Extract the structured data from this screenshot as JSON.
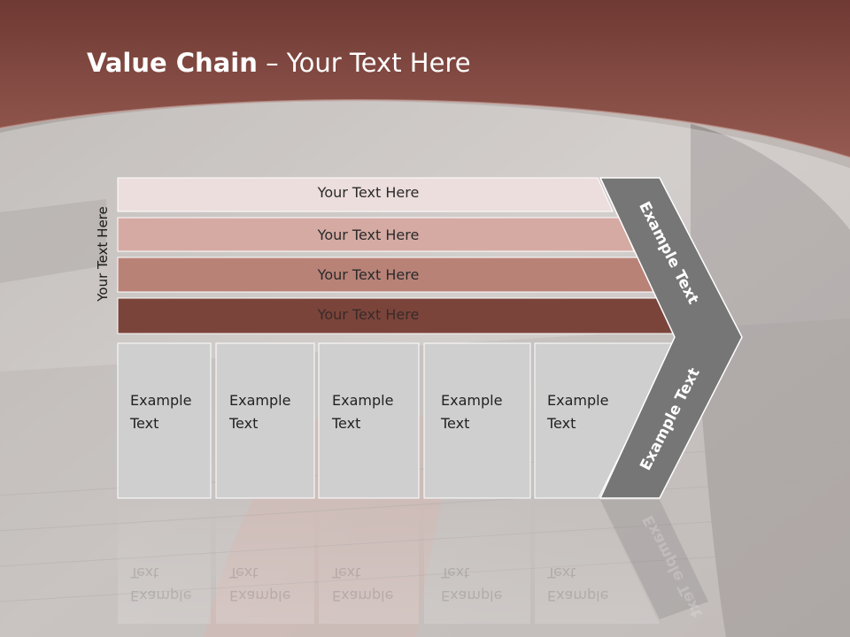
{
  "title": {
    "bold": "Value Chain",
    "rest": " – Your Text Here"
  },
  "side_label": "Your Text Here",
  "rows": [
    {
      "label": "Your Text Here"
    },
    {
      "label": "Your Text Here"
    },
    {
      "label": "Your Text Here"
    },
    {
      "label": "Your Text Here"
    }
  ],
  "columns": [
    {
      "line1": "Example",
      "line2": "Text"
    },
    {
      "line1": "Example",
      "line2": "Text"
    },
    {
      "line1": "Example",
      "line2": "Text"
    },
    {
      "line1": "Example",
      "line2": "Text"
    },
    {
      "line1": "Example",
      "line2": "Text"
    }
  ],
  "chevron": {
    "upper": "Example Text",
    "lower": "Example Text"
  },
  "colors": {
    "header": "#8a4b43",
    "row1": "#ecdedc",
    "row2": "#d5aaa3",
    "row3": "#b98277",
    "row4": "#7b443b",
    "cells": "#cfcfcf",
    "chevron": "#767676"
  }
}
